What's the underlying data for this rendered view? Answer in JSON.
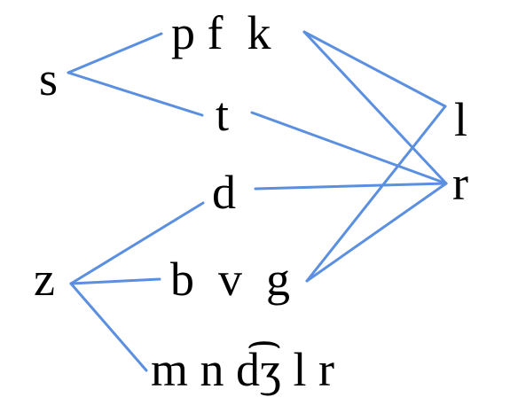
{
  "diagram": {
    "line_color": "#5b8fe0",
    "text_color": "#000000",
    "nodes": {
      "s": "s",
      "z": "z",
      "pfk": "p f  k",
      "t": "t",
      "d": "d",
      "bvg": "b  v  g",
      "mndzhlr": "m n d͡ʒ l r",
      "l": "l",
      "r": "r"
    },
    "edges": [
      [
        "s",
        "pfk"
      ],
      [
        "s",
        "t"
      ],
      [
        "z",
        "d"
      ],
      [
        "z",
        "bvg"
      ],
      [
        "z",
        "mndzhlr"
      ],
      [
        "pfk",
        "l"
      ],
      [
        "pfk",
        "r"
      ],
      [
        "t",
        "r"
      ],
      [
        "d",
        "r"
      ],
      [
        "bvg",
        "l"
      ],
      [
        "bvg",
        "r"
      ]
    ]
  }
}
